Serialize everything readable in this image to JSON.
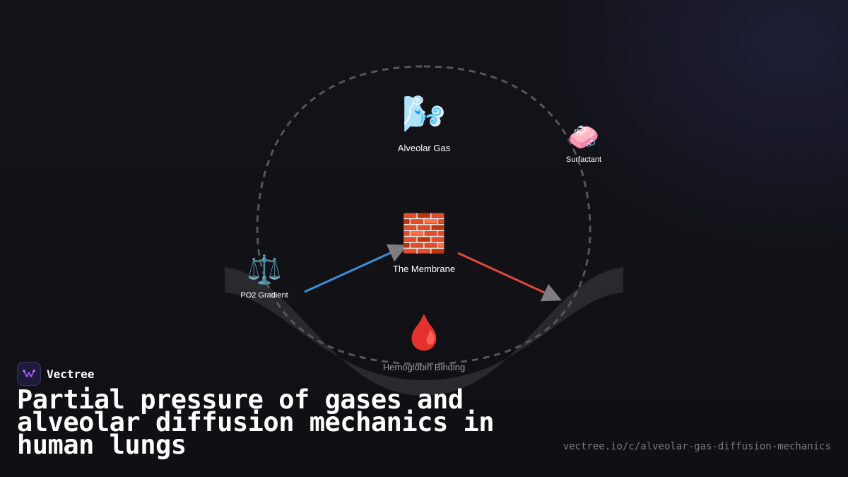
{
  "brand": {
    "name": "Vectree"
  },
  "title": "Partial pressure of gases and alveolar diffusion mechanics in human lungs",
  "url": "vectree.io/c/alveolar-gas-diffusion-mechanics",
  "nodes": {
    "alveolar_gas": {
      "icon": "🌬️",
      "label": "Alveolar Gas"
    },
    "surfactant": {
      "icon": "🧼",
      "label": "Surfactant"
    },
    "membrane": {
      "icon": "🧱",
      "label": "The Membrane"
    },
    "po2_gradient": {
      "icon": "⚖️",
      "label": "PO2 Gradient"
    },
    "hemoglobin": {
      "icon": "🩸",
      "label": "Hemoglobin Binding"
    }
  },
  "colors": {
    "background": "#111116",
    "arrow_in": "#3b8fd6",
    "arrow_out": "#e0483e",
    "dashed_loop": "#55555c",
    "base_band": "#2a2a2e"
  }
}
